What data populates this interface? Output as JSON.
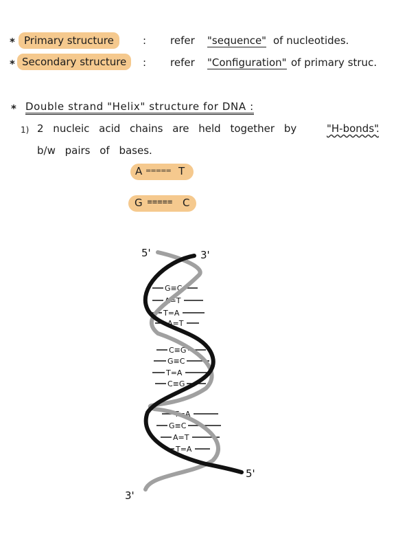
{
  "lines": {
    "primary": {
      "bullet": "*",
      "term": "Primary structure",
      "colon": ":",
      "word1": "refer",
      "quoted": "\"sequence\"",
      "rest": "of nucleotides."
    },
    "secondary": {
      "bullet": "*",
      "term": "Secondary structure",
      "colon": ":",
      "word1": "refer",
      "quoted": "\"Configuration\"",
      "rest": "of primary struc."
    }
  },
  "heading": {
    "bullet": "*",
    "text": "Double strand \"Helix\" structure for DNA :"
  },
  "point1": {
    "number": "1)",
    "text": "2 nucleic acid chains are held together by",
    "quoted": "\"H-bonds\"",
    "end": ".",
    "line2": "b/w pairs of bases."
  },
  "pairs": [
    {
      "left": "A",
      "bonds": "=====",
      "right": "T"
    },
    {
      "left": "G",
      "bonds": "≡≡≡≡≡",
      "right": "C"
    }
  ],
  "helix": {
    "labels": {
      "top_left": "5'",
      "top_right": "3'",
      "bottom_left": "3'",
      "bottom_right": "5'"
    },
    "base_pairs": [
      "G≡C",
      "A=T",
      "T=A",
      "A=T",
      "C≡G",
      "G≡C",
      "T=A",
      "C≡G",
      "T=A",
      "G≡C",
      "A=T",
      "T=A"
    ],
    "strand_colors": {
      "dark": "#111111",
      "light": "#a0a0a0"
    }
  }
}
